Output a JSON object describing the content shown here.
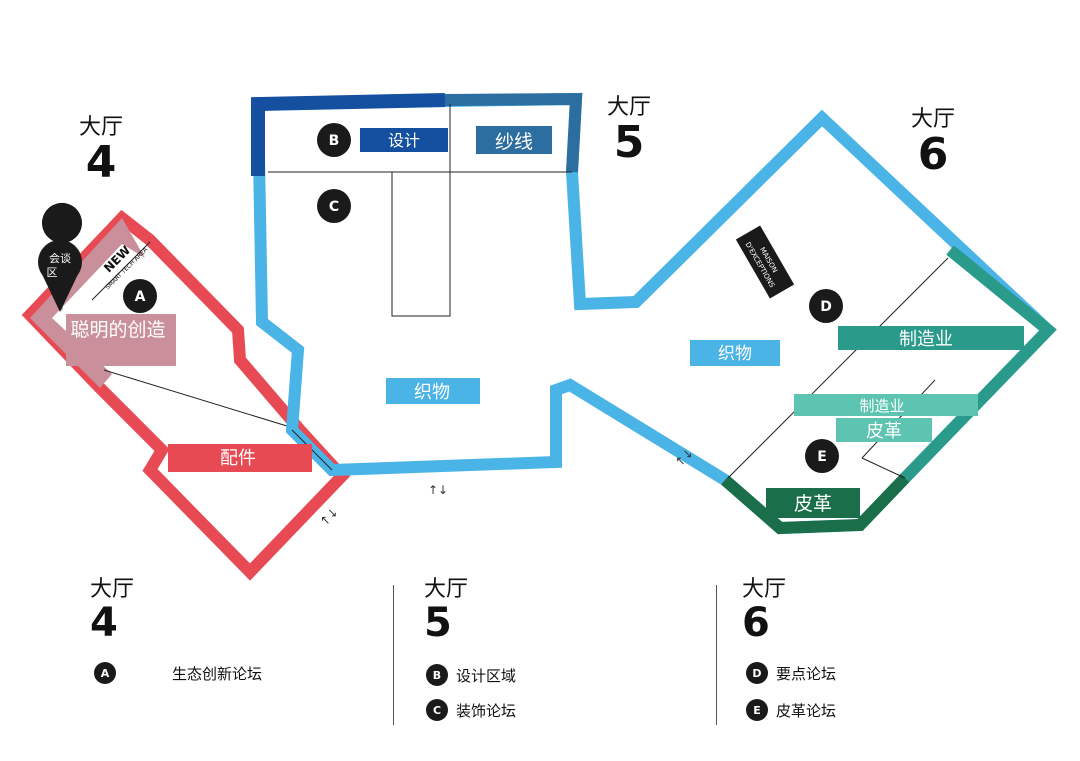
{
  "halls": [
    {
      "word": "大厅",
      "number": "4"
    },
    {
      "word": "大厅",
      "number": "5"
    },
    {
      "word": "大厅",
      "number": "6"
    }
  ],
  "zones": {
    "smart_creation": "聪明的创造",
    "accessories": "配件",
    "design": "设计",
    "yarn": "纱线",
    "textiles_5": "织物",
    "textiles_6": "织物",
    "manufacturing_big": "制造业",
    "manufacturing_small": "制造业",
    "leather_mid": "皮革",
    "leather_bottom": "皮革"
  },
  "markers": {
    "A": "A",
    "B": "B",
    "C": "C",
    "D": "D",
    "E": "E"
  },
  "meeting_pin": {
    "line1": "会谈",
    "line2": "区"
  },
  "new_badge": {
    "new": "NEW",
    "sub": "SMART TECH AREA"
  },
  "maison": {
    "line1": "MAISON",
    "line2": "D'EXCEPTIONS"
  },
  "arrows": {
    "a1": "↑↓",
    "a2": "↑↓",
    "a3": "↑↓"
  },
  "legend": [
    {
      "hall_word": "大厅",
      "hall_number": "4",
      "items": [
        {
          "letter": "A",
          "label": "生态创新论坛"
        }
      ]
    },
    {
      "hall_word": "大厅",
      "hall_number": "5",
      "items": [
        {
          "letter": "B",
          "label": "设计区域"
        },
        {
          "letter": "C",
          "label": "装饰论坛"
        }
      ]
    },
    {
      "hall_word": "大厅",
      "hall_number": "6",
      "items": [
        {
          "letter": "D",
          "label": "要点论坛"
        },
        {
          "letter": "E",
          "label": "皮革论坛"
        }
      ]
    }
  ],
  "colors": {
    "hall4_red": "#e84a54",
    "hall4_pink": "#c9909c",
    "hall5_blue": "#4ab4e6",
    "hall5_darkblue": "#1550a0",
    "hall6_teal": "#2a9a8a",
    "hall6_green": "#1a6e4a"
  }
}
